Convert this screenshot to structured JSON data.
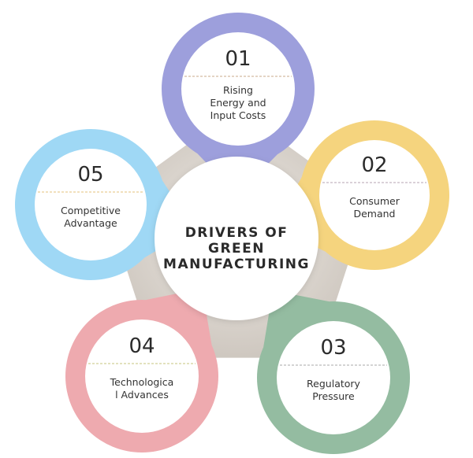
{
  "center": {
    "title_lines": [
      "DRIVERS OF",
      "GREEN",
      "MANUFACTURING"
    ]
  },
  "colors": {
    "pentagon": "#d6d0c9",
    "center_fill": "#ffffff"
  },
  "drivers": [
    {
      "number": "01",
      "label_lines": [
        "Rising",
        "Energy and",
        "Input Costs"
      ],
      "color": "#9d9fdc",
      "divider_color": "#c9a98a"
    },
    {
      "number": "02",
      "label_lines": [
        "Consumer",
        "Demand"
      ],
      "color": "#f5d47e",
      "divider_color": "#b5a3b3"
    },
    {
      "number": "03",
      "label_lines": [
        "Regulatory",
        "Pressure"
      ],
      "color": "#94bca1",
      "divider_color": "#a8a8a8"
    },
    {
      "number": "04",
      "label_lines": [
        "Technologica",
        "l Advances"
      ],
      "color": "#eeaaaf",
      "divider_color": "#c7c47c"
    },
    {
      "number": "05",
      "label_lines": [
        "Competitive",
        "Advantage"
      ],
      "color": "#9fd8f5",
      "divider_color": "#e5c07b"
    }
  ]
}
